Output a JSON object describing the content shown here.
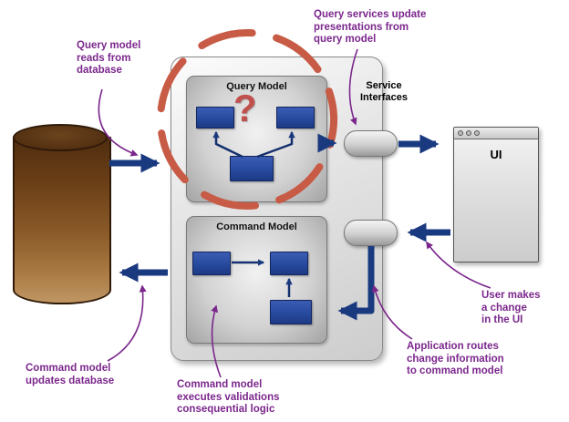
{
  "labels": {
    "query_model": "Query Model",
    "command_model": "Command Model",
    "service_interfaces": "Service\nInterfaces",
    "ui": "UI",
    "question_mark": "?"
  },
  "annotations": {
    "query_reads": "Query model\nreads from\ndatabase",
    "query_services": "Query services update\npresentations from\nquery model",
    "user_change": "User makes\na change\nin the UI",
    "app_routes": "Application routes\nchange information\nto command model",
    "cmd_executes": "Command model\nexecutes validations\nconsequential logic",
    "cmd_updates": "Command model\nupdates database"
  },
  "colors": {
    "annotation_purple": "#7B278C",
    "arrow_blue": "#1A3A80",
    "box_blue": "#2A4A9E",
    "dashed_circle_red": "#C75B45",
    "question_red": "#C0504D",
    "database_brown": "#7D4E1F"
  }
}
